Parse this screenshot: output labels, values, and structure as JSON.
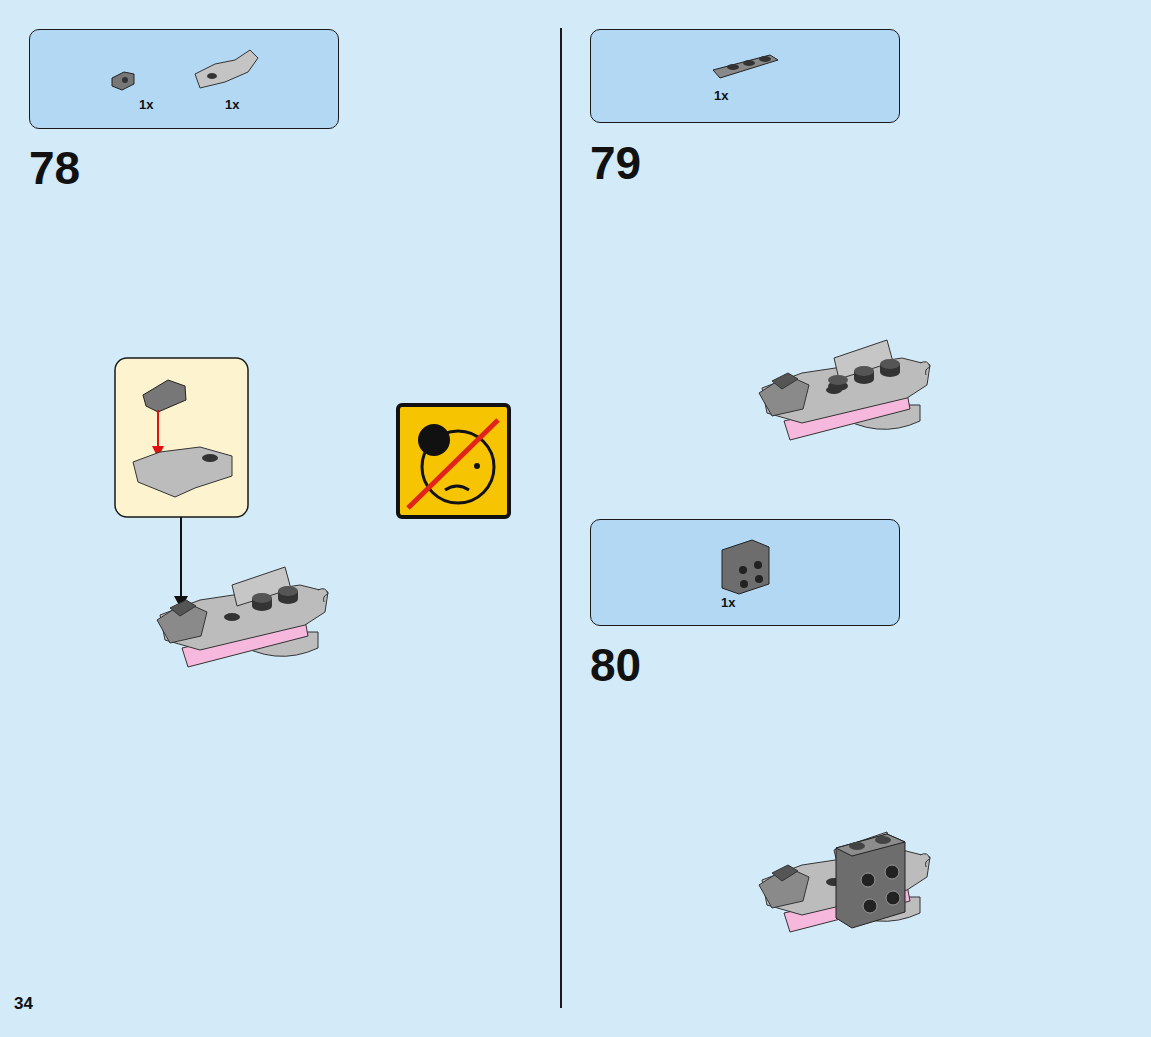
{
  "diagram": {
    "nodes": [
      {
        "text": [
          "1x",
          "1x"
        ]
      },
      {
        "text": [
          "1x"
        ]
      },
      {
        "text": [
          "1x"
        ]
      }
    ],
    "labels": [
      "78",
      "79",
      "80",
      "34"
    ]
  }
}
